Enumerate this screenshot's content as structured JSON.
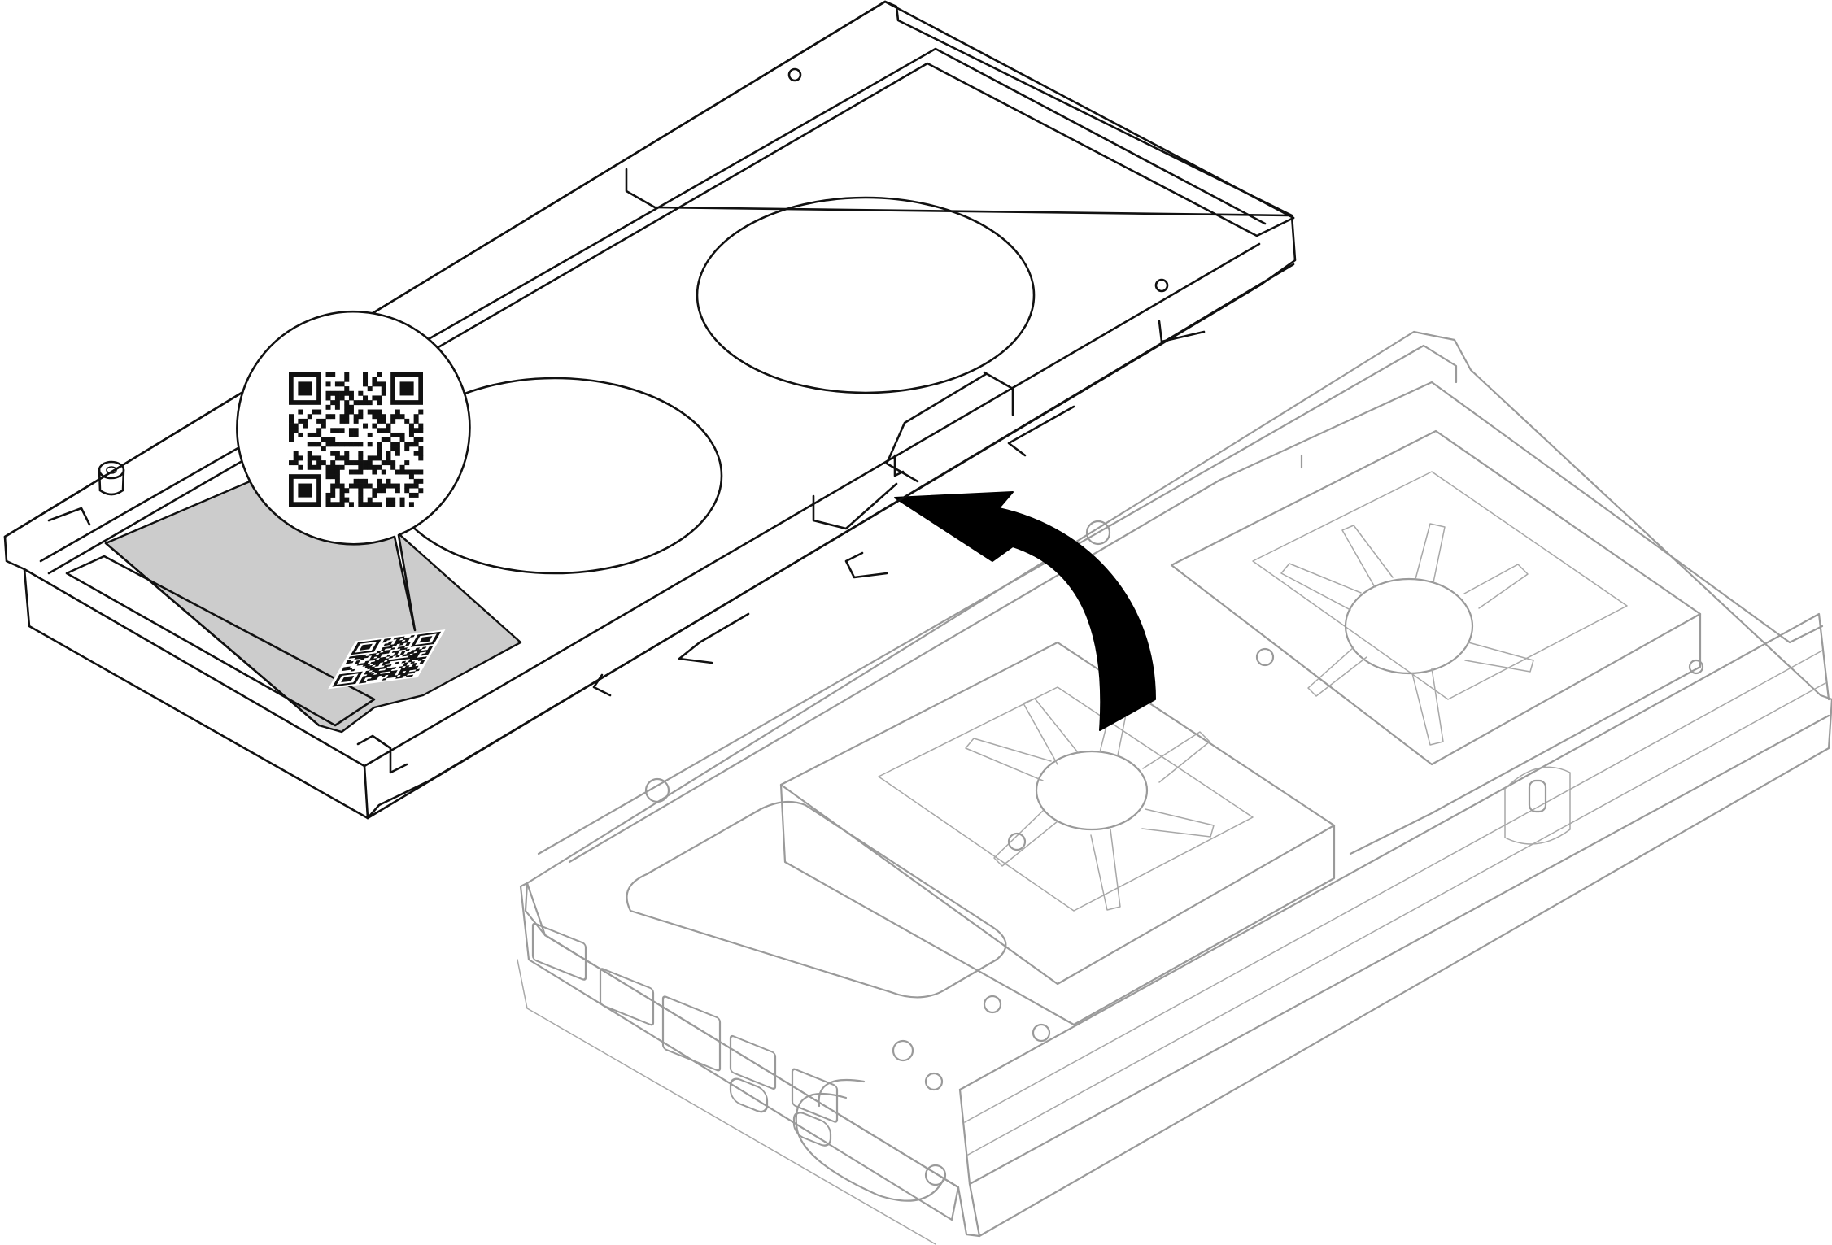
{
  "figure": {
    "components": [
      {
        "name": "bottom-cover",
        "style": "highlighted-black-line"
      },
      {
        "name": "node-chassis",
        "style": "ghosted-gray-line"
      }
    ],
    "callout": {
      "content": "qr-code",
      "target": "service-label"
    },
    "arrow": {
      "direction": "lift-up-and-away",
      "fill": "#000000"
    },
    "colors": {
      "highlight_line": "#111111",
      "ghost_line": "#9a9a9a",
      "label_fill": "#cccccc",
      "background": "#ffffff"
    }
  }
}
